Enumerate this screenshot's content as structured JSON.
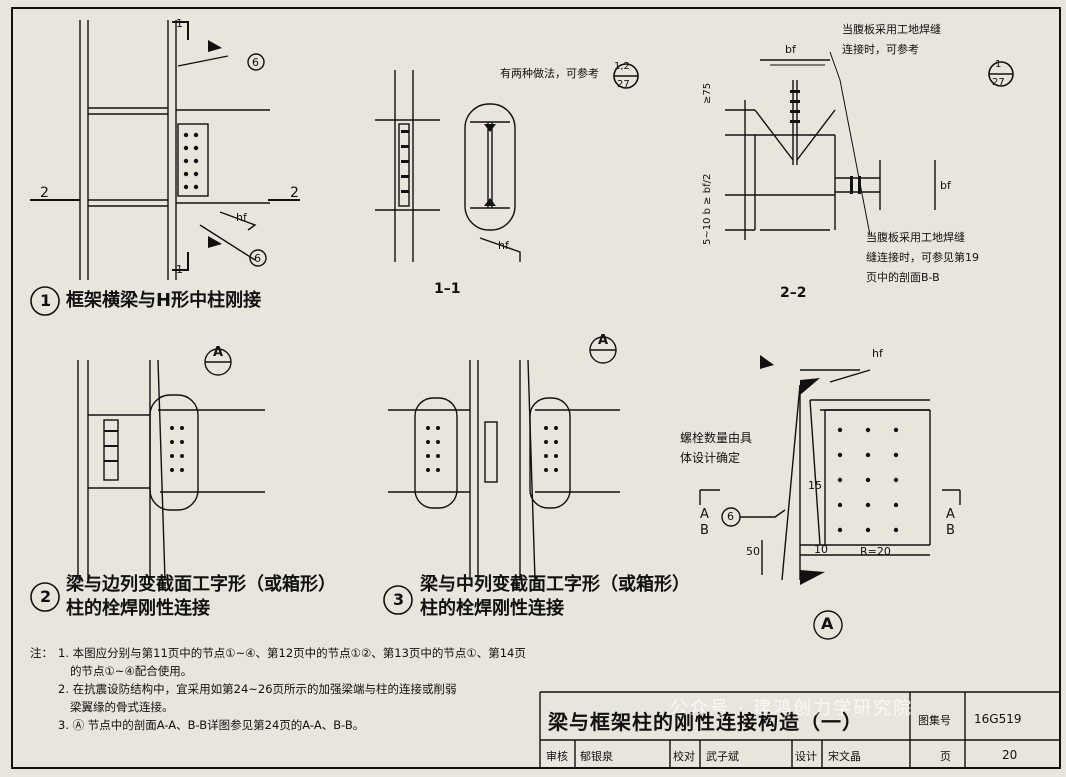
{
  "details": {
    "d1": {
      "num": "1",
      "caption": "框架横梁与H形中柱刚接",
      "callout": "6",
      "label_1": "1",
      "label_2": "2",
      "hf": "hf"
    },
    "s11": {
      "title": "1–1",
      "note": "有两种做法，可参考",
      "ref_top": "1,2",
      "ref_bottom": "27",
      "hf": "hf"
    },
    "s22": {
      "title": "2–2",
      "bf": "bf",
      "dim_75": "≥75",
      "dim_mid": "5~10 b ≥ bf/2",
      "note_top_1": "当腹板采用工地焊缝",
      "note_top_2": "连接时，可参考",
      "ref_top": "1",
      "ref_bottom": "27",
      "note_bot_1": "当腹板采用工地焊缝",
      "note_bot_2": "缝连接时，可参见第19",
      "note_bot_3": "页中的剖面B-B"
    },
    "d2": {
      "num": "2",
      "caption_1": "梁与边列变截面工字形（或箱形）",
      "caption_2": "柱的栓焊刚性连接",
      "callout": "A"
    },
    "d3": {
      "num": "3",
      "caption_1": "梁与中列变截面工字形（或箱形）",
      "caption_2": "柱的栓焊刚性连接",
      "callout": "A"
    },
    "dA": {
      "label": "A",
      "bolt_note_1": "螺栓数量由具",
      "bolt_note_2": "体设计确定",
      "hf": "hf",
      "dim_15": "15",
      "dim_50": "50",
      "dim_10": "10",
      "radius": "R=20",
      "sec_left": "B",
      "sec_right": "B",
      "arrow_left": "A",
      "arrow_right": "A",
      "callout": "6"
    }
  },
  "notes": {
    "label": "注：",
    "n1a": "1. 本图应分别与第11页中的节点①~④、第12页中的节点①②、第13页中的节点①、第14页",
    "n1b": "的节点①~④配合使用。",
    "n2a": "2. 在抗震设防结构中，宜采用如第24~26页所示的加强梁端与柱的连接或削弱",
    "n2b": "梁翼缘的骨式连接。",
    "n3": "3. Ⓐ 节点中的剖面A-A、B-B详图参见第24页的A-A、B-B。"
  },
  "title_block": {
    "title": "梁与框架柱的刚性连接构造（一）",
    "atlas_label": "图集号",
    "atlas_no": "16G519",
    "review_label": "审核",
    "reviewer": "郁银泉",
    "check_label": "校对",
    "checker": "武子斌",
    "design_label": "设计",
    "designer": "宋文晶",
    "page_label": "页",
    "page_no": "20"
  },
  "watermark": "公众号 · 建鸿创力学研究院"
}
